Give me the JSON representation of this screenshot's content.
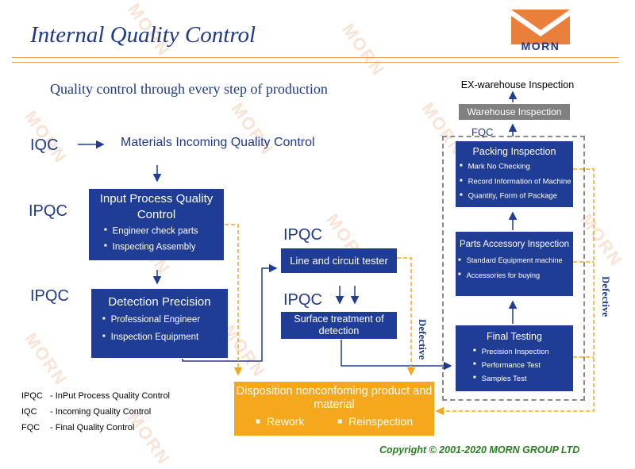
{
  "header": {
    "title": "Internal Quality Control",
    "subtitle": "Quality control through every step of production",
    "logo_text": "MORN"
  },
  "labels": {
    "iqc": "IQC",
    "ipqc_1": "IPQC",
    "ipqc_2": "IPQC",
    "ipqc_3": "IPQC",
    "ipqc_4": "IPQC",
    "fqc": "FQC",
    "materials_incoming": "Materials Incoming Quality Control",
    "ex_warehouse": "EX-warehouse Inspection",
    "defective_left": "Defective",
    "defective_right": "Defective"
  },
  "boxes": {
    "input_process": {
      "title": "Input Process Quality Control",
      "items": [
        "Engineer check parts",
        "Inspecting Assembly"
      ]
    },
    "detection": {
      "title": "Detection Precision",
      "items": [
        "Professional Engineer",
        "Inspection Equipment"
      ]
    },
    "line_tester": {
      "title": "Line and circuit tester"
    },
    "surface": {
      "title": "Surface treatment of detection"
    },
    "warehouse": {
      "title": "Warehouse Inspection"
    },
    "packing": {
      "title": "Packing Inspection",
      "items": [
        "Mark No Checking",
        "Record Information of Machine",
        "Quantity, Form of Package"
      ]
    },
    "parts_accessory": {
      "title": "Parts Accessory Inspection",
      "items": [
        "Standard Equipment machine",
        "Accessories for buying"
      ]
    },
    "final_testing": {
      "title": "Final Testing",
      "items": [
        "Precision Inspection",
        "Performance Test",
        "Samples Test"
      ]
    },
    "disposition": {
      "title": "Disposition nonconfoming product and material",
      "options": [
        "Rework",
        "Reinspection"
      ]
    }
  },
  "legend": [
    {
      "key": "IPQC",
      "desc": "- InPut Process Quality Control"
    },
    {
      "key": "IQC",
      "desc": "- Incoming Quality Control"
    },
    {
      "key": "FQC",
      "desc": "- Final Quality Control"
    }
  ],
  "footer": {
    "copyright": "Copyright © 2001-2020 MORN GROUP LTD"
  },
  "colors": {
    "navy": "#1f3d94",
    "orange": "#f6a81d",
    "grey_box": "#808080",
    "copyright_green": "#2a7d20"
  }
}
